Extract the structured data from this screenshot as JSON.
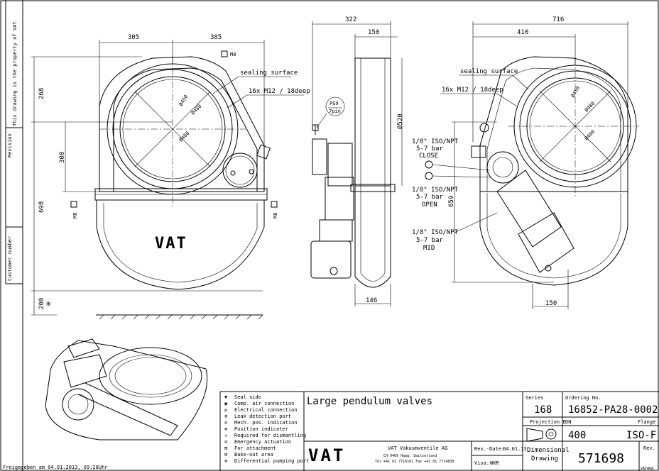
{
  "sidebar": {
    "property_note": "This drawing is the property of VAT.",
    "revision_label": "Revision",
    "customer_number_label": "Customer number",
    "footer_stamp": "Freigegeben am 04.01.2013, 09:28Uhr"
  },
  "front_view": {
    "dim_top_left": "305",
    "dim_top_right": "385",
    "dim_268": "268",
    "dim_300": "300",
    "dim_698": "698",
    "dim_200": "200",
    "m8_top": "M8",
    "m8_left": "M8",
    "m8_right": "M8",
    "sealing_surface": "sealing surface",
    "thread_note": "16x M12 / 18deep",
    "dia_450": "Ø450",
    "dia_480": "Ø480",
    "dia_400": "Ø400",
    "asterisk": "✳",
    "logo": "VAT"
  },
  "side_view": {
    "dim_322": "322",
    "dim_150": "150",
    "dim_520": "Ø520",
    "dim_146": "146",
    "pg9": "PG9",
    "pins": "7pin"
  },
  "air_ports": {
    "close": [
      "1/8\" ISO/NPT",
      "5-7 bar",
      "CLOSE"
    ],
    "open": [
      "1/8\" ISO/NPT",
      "5-7 bar",
      "OPEN"
    ],
    "mid": [
      "1/8\" ISO/NPT",
      "5-7 bar",
      "MID"
    ]
  },
  "rear_view": {
    "dim_716": "716",
    "dim_410": "410",
    "dim_659": "659",
    "dim_150": "150",
    "sealing_surface": "sealing surface",
    "thread_note": "16x M12 / 18deep",
    "dia_450": "Ø450",
    "dia_480": "Ø480",
    "dia_400": "Ø400"
  },
  "legend": [
    {
      "symbol": "▼",
      "text": "Seal side"
    },
    {
      "symbol": "◉",
      "text": "Comp. air connection"
    },
    {
      "symbol": "◎",
      "text": "Electrical connection"
    },
    {
      "symbol": "⊕",
      "text": "Leak detection port"
    },
    {
      "symbol": "⊙",
      "text": "Mech. pos. indication"
    },
    {
      "symbol": "⊗",
      "text": "Position indicater"
    },
    {
      "symbol": "✳",
      "text": "Required for dismantling"
    },
    {
      "symbol": "⊘",
      "text": "Emergency actuation"
    },
    {
      "symbol": "⊞",
      "text": "For attachment"
    },
    {
      "symbol": "⊟",
      "text": "Bake-out area"
    },
    {
      "symbol": "⊚",
      "text": "Differential pumping port"
    }
  ],
  "title_block": {
    "title": "Large pendulum valves",
    "series_label": "Series",
    "series_value": "168",
    "ordering_label": "Ordering No.",
    "ordering_value": "16852-PA28-0002",
    "projection_label": "Projection E",
    "dn_label": "DN",
    "dn_value": "400",
    "flange_label": "Flange",
    "flange_value": "ISO-F",
    "company_logo": "VAT",
    "company_name": "VAT Vakuumventile AG",
    "company_address": "CH-9469 Haag, Switzerland",
    "company_phone": "Tel +41 81 7716161  Fax +41 81 7714830",
    "rev_date_label": "Rev.-Date:",
    "rev_date_value": "04.01.13",
    "visa_label": "Visa:",
    "visa_value": "WKR",
    "doc_type_line1": "Dimensional",
    "doc_type_line2": "Drawing",
    "drawing_number": "571698",
    "rev_label": "Rev.",
    "footer_code": "VAT40A"
  }
}
